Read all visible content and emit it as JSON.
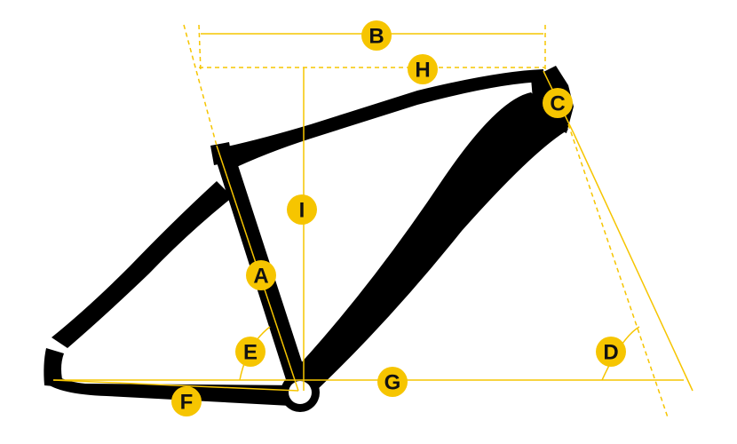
{
  "colors": {
    "frame": "#000000",
    "accent": "#f6c500",
    "badge_text": "#111111",
    "background": "#ffffff"
  },
  "labels": {
    "A": "A",
    "B": "B",
    "C": "C",
    "D": "D",
    "E": "E",
    "F": "F",
    "G": "G",
    "H": "H",
    "I": "I"
  }
}
